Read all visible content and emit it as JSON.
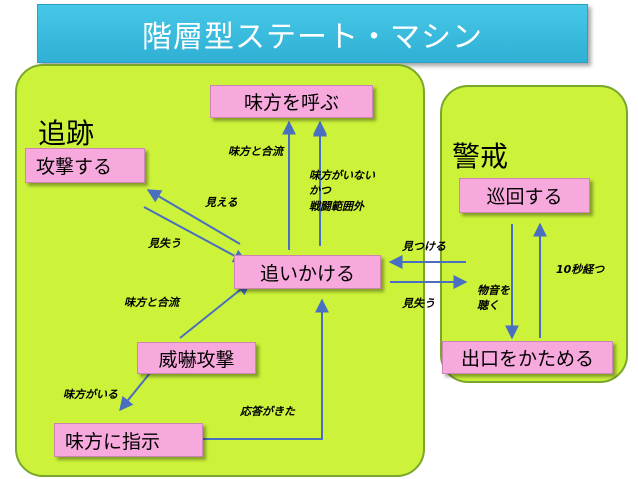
{
  "title": "階層型ステート・マシン",
  "groups": {
    "chase": "追跡",
    "alert": "警戒"
  },
  "states": {
    "call_ally": "味方を呼ぶ",
    "attack": "攻撃する",
    "chase": "追いかける",
    "threat_attack": "威嚇攻撃",
    "instruct_ally": "味方に指示",
    "patrol": "巡回する",
    "block_exit": "出口をかためる"
  },
  "transitions": {
    "join_ally_1": "味方と合流",
    "no_ally_line1": "味方がいない",
    "no_ally_line2": "かつ",
    "no_ally_line3": "戦闘範囲外",
    "see": "見える",
    "lose_1": "見失う",
    "join_ally_2": "味方と合流",
    "ally_present": "味方がいる",
    "responded": "応答がきた",
    "found": "見つける",
    "lose_2": "見失う",
    "hear_line1": "物音を",
    "hear_line2": "聴く",
    "ten_sec": "10秒経つ"
  },
  "colors": {
    "title_bg": "#3dbfe0",
    "group_fill": "#ccf23a",
    "state_fill": "#f7a8dc",
    "arrow": "#4a6ec0"
  }
}
